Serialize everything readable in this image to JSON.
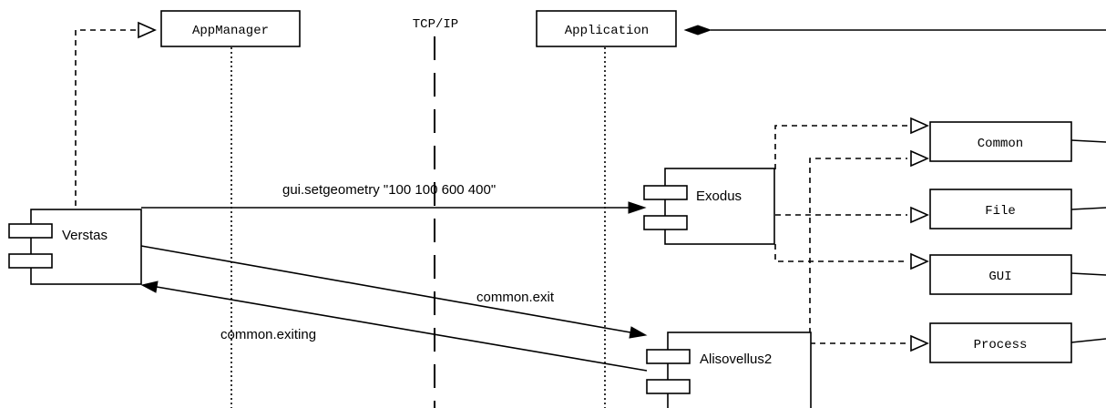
{
  "classes": {
    "app_manager": "AppManager",
    "application": "Application",
    "common": "Common",
    "file": "File",
    "gui": "GUI",
    "process": "Process"
  },
  "protocol_label": "TCP/IP",
  "components": {
    "verstas": "Verstas",
    "exodus": "Exodus",
    "alisovellus2": "Alisovellus2"
  },
  "messages": {
    "setgeometry": "gui.setgeometry \"100 100 600 400\"",
    "exit": "common.exit",
    "exiting": "common.exiting"
  }
}
